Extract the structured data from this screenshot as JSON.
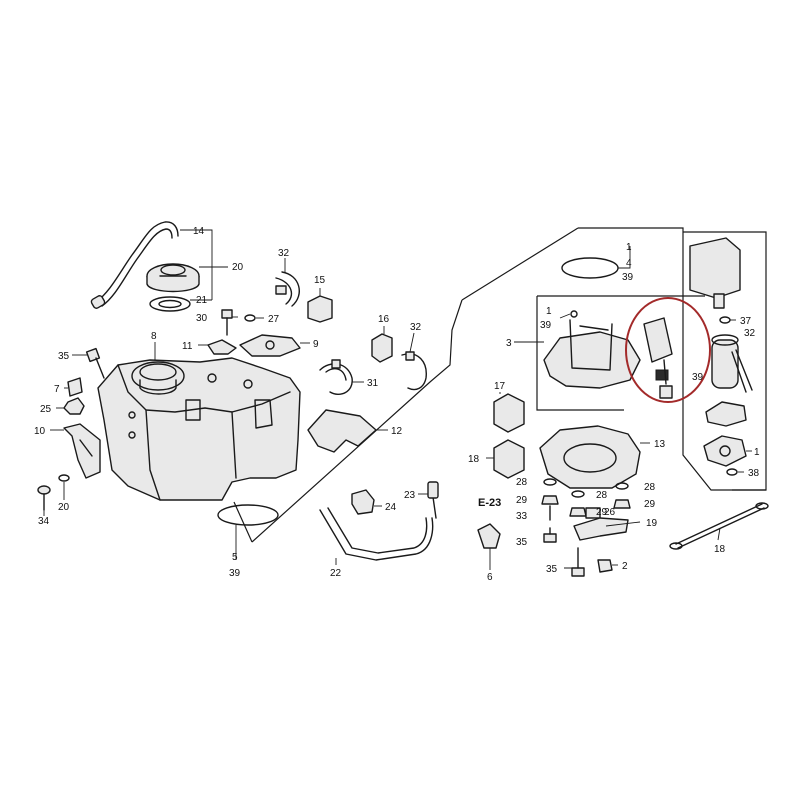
{
  "diagram": {
    "ref_label": "E-23",
    "highlight_color": "#a32a2a"
  },
  "callouts": {
    "c14": "14",
    "c20a": "20",
    "c21": "21",
    "c8": "8",
    "c30": "30",
    "c27": "27",
    "c11": "11",
    "c9": "9",
    "c32a": "32",
    "c15": "15",
    "c16": "16",
    "c32b": "32",
    "c31": "31",
    "c12": "12",
    "c35a": "35",
    "c7": "7",
    "c25": "25",
    "c10": "10",
    "c34": "34",
    "c20b": "20",
    "c5": "5",
    "c39a": "39",
    "c22": "22",
    "c24": "24",
    "c23": "23",
    "c6": "6",
    "c17": "17",
    "c18a": "18",
    "c13": "13",
    "c1a": "1",
    "c4": "4",
    "c39b": "39",
    "c1b": "1",
    "c39c": "39",
    "c3": "3",
    "c39d": "39",
    "c37": "37",
    "c32c": "32",
    "c1c": "1",
    "c38": "38",
    "c28a": "28",
    "c29a": "29",
    "c33": "33",
    "c35b": "35",
    "c28b": "28",
    "c28c": "28",
    "c29b": "29",
    "c29c": "29",
    "c26": "26",
    "c19": "19",
    "c35c": "35",
    "c2": "2",
    "c18b": "18"
  }
}
